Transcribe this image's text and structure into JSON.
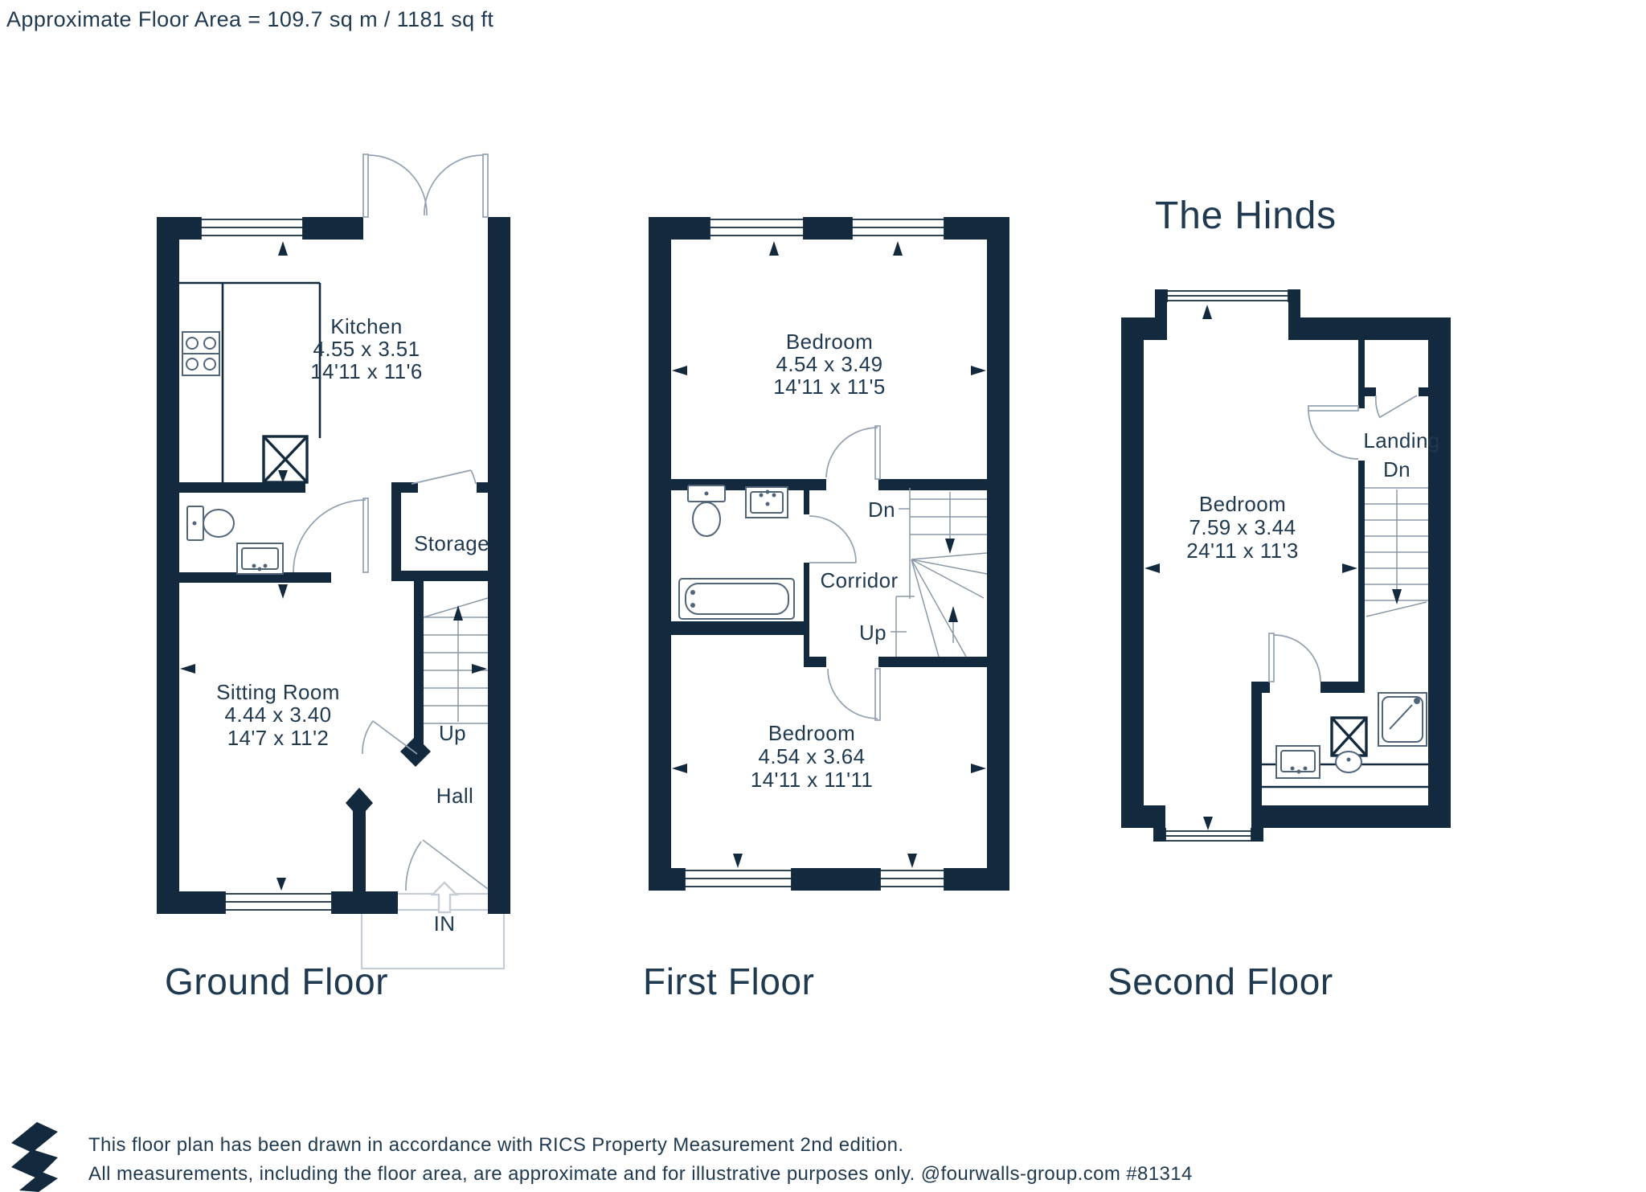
{
  "header": {
    "area_note": "Approximate Floor Area = 109.7 sq m / 1181 sq ft"
  },
  "title": "The Hinds",
  "ground": {
    "label": "Ground Floor",
    "kitchen": {
      "name": "Kitchen",
      "metric": "4.55 x 3.51",
      "imperial": "14'11 x 11'6"
    },
    "sitting": {
      "name": "Sitting Room",
      "metric": "4.44 x 3.40",
      "imperial": "14'7 x 11'2"
    },
    "storage": "Storage",
    "hall": "Hall",
    "up": "Up",
    "in_label": "IN"
  },
  "first": {
    "label": "First Floor",
    "bed1": {
      "name": "Bedroom",
      "metric": "4.54 x 3.49",
      "imperial": "14'11 x 11'5"
    },
    "bed2": {
      "name": "Bedroom",
      "metric": "4.54 x 3.64",
      "imperial": "14'11 x 11'11"
    },
    "corridor": "Corridor",
    "dn": "Dn",
    "up": "Up"
  },
  "second": {
    "label": "Second Floor",
    "bedroom": {
      "name": "Bedroom",
      "metric": "7.59 x 3.44",
      "imperial": "24'11 x 11'3"
    },
    "landing": "Landing",
    "dn": "Dn"
  },
  "footer": {
    "line1": "This floor plan has been drawn in accordance with RICS Property Measurement 2nd edition.",
    "line2": "All measurements, including the floor area, are approximate and for illustrative purposes only. @fourwalls-group.com #81314"
  },
  "colors": {
    "wall": "#132a3e",
    "text": "#1f3950",
    "fixture": "#51657a",
    "light": "#c6cdd4"
  }
}
